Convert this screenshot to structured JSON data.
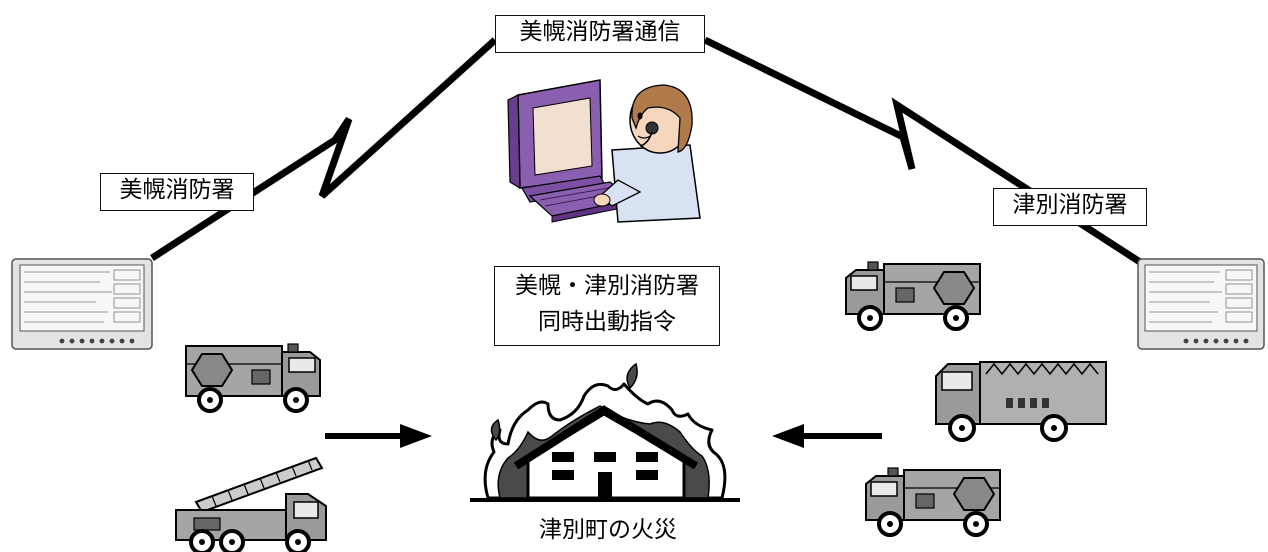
{
  "labels": {
    "center_station": "美幌消防署通信",
    "left_station": "美幌消防署",
    "right_station": "津別消防署",
    "dispatch_line1": "美幌・津別消防署",
    "dispatch_line2": "同時出動指令",
    "fire_location": "津別町の火災"
  },
  "icons": [
    "dispatch-operator-icon",
    "monitor-icon",
    "fire-engine-icon",
    "ladder-truck-icon",
    "pump-truck-icon",
    "burning-house-icon",
    "arrow-icon"
  ]
}
